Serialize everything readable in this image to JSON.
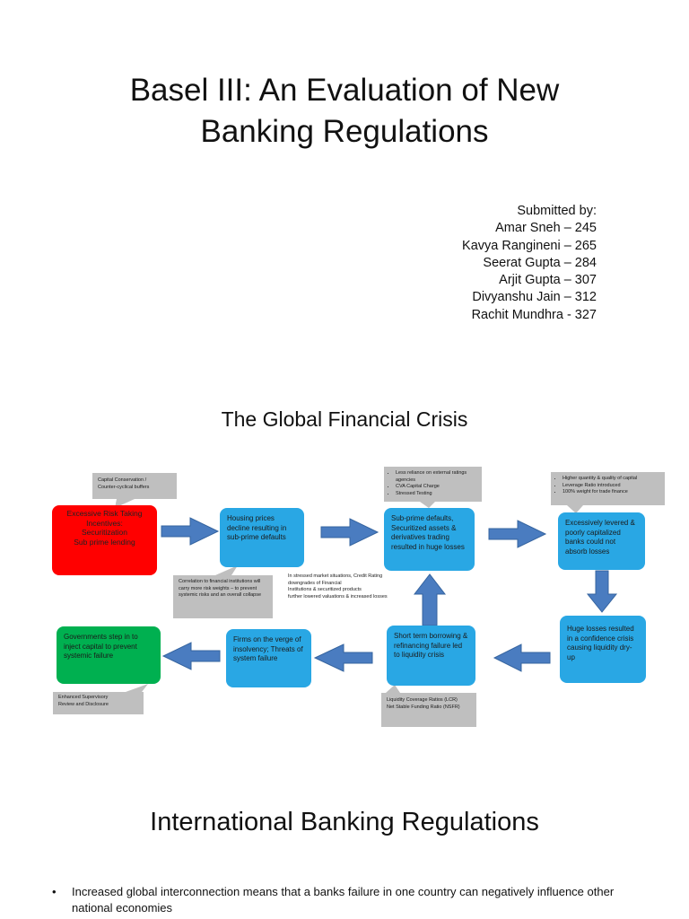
{
  "slide1": {
    "title_line1": "Basel III: An Evaluation of New",
    "title_line2": "Banking Regulations",
    "submitted_by": "Submitted by:",
    "members": [
      "Amar Sneh – 245",
      "Kavya Rangineni – 265",
      "Seerat Gupta – 284",
      "Arjit Gupta – 307",
      "Divyanshu Jain – 312",
      "Rachit Mundhra - 327"
    ]
  },
  "slide2": {
    "title": "The Global Financial Crisis",
    "boxes": {
      "risk_taking": [
        "Excessive Risk Taking",
        "Incentives:",
        "Securitization",
        "Sub prime lending"
      ],
      "housing": "Housing prices decline resulting in sub-prime defaults",
      "subprime": "Sub-prime defaults, Securitized assets & derivatives trading resulted in huge losses",
      "levered": "Excessively levered & poorly capitalized banks could not absorb losses",
      "huge_losses": "Huge losses resulted in a confidence crisis causing liquidity dry-up",
      "short_term": "Short term borrowing & refinancing failure led to liquidity crisis",
      "firms": "Firms on the verge of insolvency; Threats of system failure",
      "governments": "Governments step in to inject capital to prevent systemic failure"
    },
    "notes": {
      "capital_conservation": [
        "Capital Conservation /",
        "Counter-cyclical buffers"
      ],
      "correlation": "Correlation to financial institutions will carry more risk weights – to prevent systemic risks and an overall collapse",
      "stressed_market": [
        "In stressed market situations, Credit  Rating",
        "downgrades of Financial",
        "Institutions & securitized products",
        "further lowered valuations &  increased losses"
      ],
      "rating_agencies": [
        "Less reliance on external  ratings agencies",
        "CVA Capital Charge",
        "Stressed Testing"
      ],
      "capital_quality": [
        "Higher quantity & quality of  capital",
        "Leverage Ratio introduced",
        "100% weight for trade finance"
      ],
      "liquidity_ratios": [
        "Liquidity Coverage Ratios (LCR)",
        "Net Stable Funding Ratio (NSFR)"
      ],
      "supervisory": [
        "Enhanced Supervisory",
        "Review and Disclosure"
      ]
    },
    "colors": {
      "blue": "#29a7e4",
      "red": "#ff0000",
      "green": "#00b050",
      "arrow": "#4a7cc0",
      "note_gray": "#bfbfbf"
    }
  },
  "slide3": {
    "title": "International Banking Regulations",
    "bullet": "Increased global interconnection means that a banks failure in one country can negatively influence other national economies"
  }
}
